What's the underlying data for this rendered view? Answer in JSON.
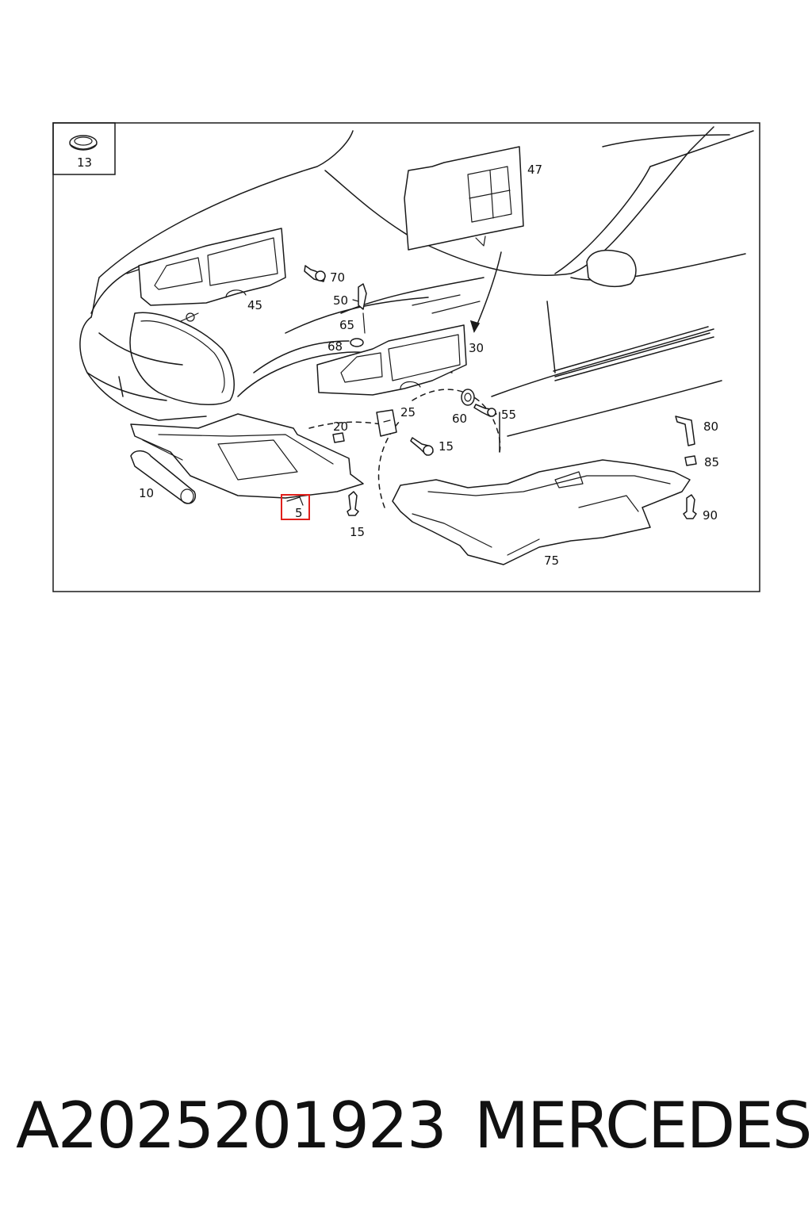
{
  "diagram": {
    "inset_label": "13",
    "highlighted_part": "5",
    "highlight_color": "#e0201c",
    "callouts": [
      "5",
      "10",
      "13",
      "15",
      "20",
      "25",
      "30",
      "45",
      "47",
      "50",
      "55",
      "60",
      "65",
      "68",
      "70",
      "75",
      "80",
      "85",
      "90"
    ]
  },
  "caption": {
    "part_number": "A2025201923",
    "brand": "MERCEDES"
  }
}
